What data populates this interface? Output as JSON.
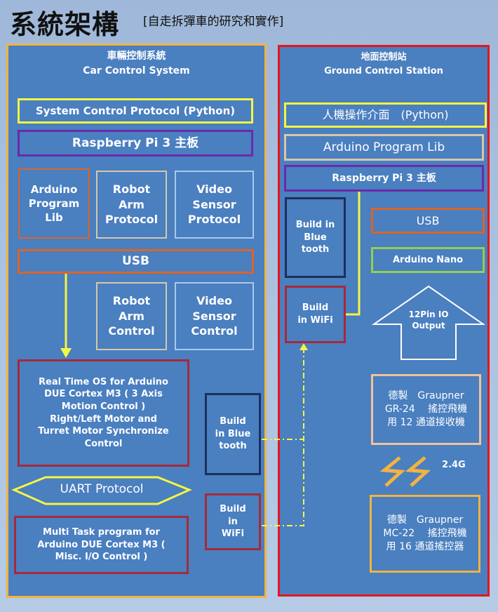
{
  "header": {
    "title": "系統架構",
    "subtitle": "[自走拆彈車的研究和實作]"
  },
  "car_panel": {
    "title_zh": "車輛控制系統",
    "title_en": "Car Control System",
    "system_protocol": "System Control Protocol (Python)",
    "raspberry": "Raspberry Pi 3  主板",
    "arduino_lib": "Arduino Program Lib",
    "robot_arm_protocol": "Robot Arm Protocol",
    "video_sensor_protocol": "Video Sensor Protocol",
    "usb": "USB",
    "robot_arm_control": "Robot Arm Control",
    "video_sensor_control": "Video Sensor Control",
    "rtos": "Real Time OS for Arduino DUE Cortex M3 ( 3 Axis Motion Control ) Right/Left Motor and Turret Motor Synchronize Control",
    "uart": "UART Protocol",
    "multitask": "Multi Task program for Arduino DUE Cortex M3 ( Misc. I/O Control )",
    "bluetooth": "Build in Blue tooth",
    "wifi": "Build in WiFi"
  },
  "ground_panel": {
    "title_zh": "地面控制站",
    "title_en": "Ground Control Station",
    "hmi": "人機操作介面　(Python)",
    "arduino_lib": "Arduino Program Lib",
    "raspberry": "Raspberry Pi 3  主板",
    "bluetooth": "Build in Blue tooth",
    "wifi": "Build in WiFi",
    "usb": "USB",
    "nano": "Arduino Nano",
    "io_output": "12Pin IO Output",
    "receiver": "德製　Graupner GR-24　 搖控飛機 用 12 通道接收機",
    "frequency": "2.4G",
    "transmitter": "德製　Graupner MC-22　 搖控飛機 用 16 通道搖控器"
  },
  "colors": {
    "box_fill": "#4a7fc0",
    "car_border": "#f2b340",
    "ground_border": "#e8141c",
    "yellow": "#f5f542",
    "purple": "#6a2aa8",
    "orange": "#d9652b",
    "dark_red": "#a62a3a",
    "light_tan": "#d9c7a8",
    "navy": "#1d2f5c",
    "green": "#8fd14f",
    "light_blue": "#a9c9ec"
  }
}
